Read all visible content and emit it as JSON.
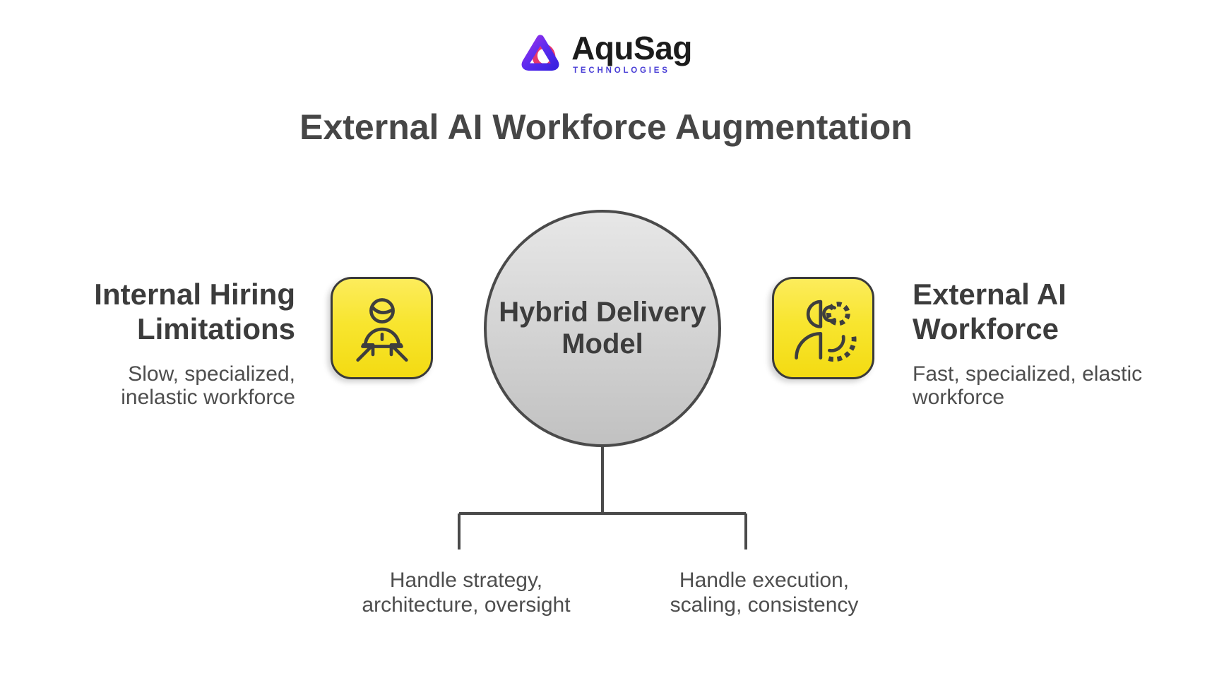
{
  "logo": {
    "brand": "AquSag",
    "sub": "TECHNOLOGIES",
    "mark_icon": "aqusag-triangle-loop-icon"
  },
  "title": "External AI Workforce Augmentation",
  "center_node": {
    "line1": "Hybrid Delivery",
    "line2": "Model"
  },
  "left_node": {
    "icon": "person-constrained-icon",
    "heading_line1": "Internal Hiring",
    "heading_line2": "Limitations",
    "desc_line1": "Slow, specialized,",
    "desc_line2": "inelastic workforce"
  },
  "right_node": {
    "icon": "person-gears-icon",
    "heading_line1": "External AI",
    "heading_line2": "Workforce",
    "desc_line1": "Fast, specialized, elastic",
    "desc_line2": "workforce"
  },
  "branches": [
    {
      "line1": "Handle strategy,",
      "line2": "architecture, oversight"
    },
    {
      "line1": "Handle execution,",
      "line2": "scaling, consistency"
    }
  ],
  "colors": {
    "background": "#FFFFFF",
    "accent_yellow_top": "#FCEC5C",
    "accent_yellow_bottom": "#F3DB12",
    "box_border": "#3A3A3A",
    "circle_fill_top": "#E7E7E7",
    "circle_fill_bottom": "#C1C1C1",
    "circle_border": "#4A4A4A",
    "connector_line": "#4A4A4A",
    "title_text": "#464646",
    "heading_text": "#3C3C3C",
    "body_text": "#4E4E4E",
    "logo_sub_indigo": "#4A3FD6",
    "logo_purple": "#9231E9",
    "logo_blue": "#3B23E0",
    "logo_pink": "#E8356D",
    "icon_stroke": "#3E3E3E"
  }
}
